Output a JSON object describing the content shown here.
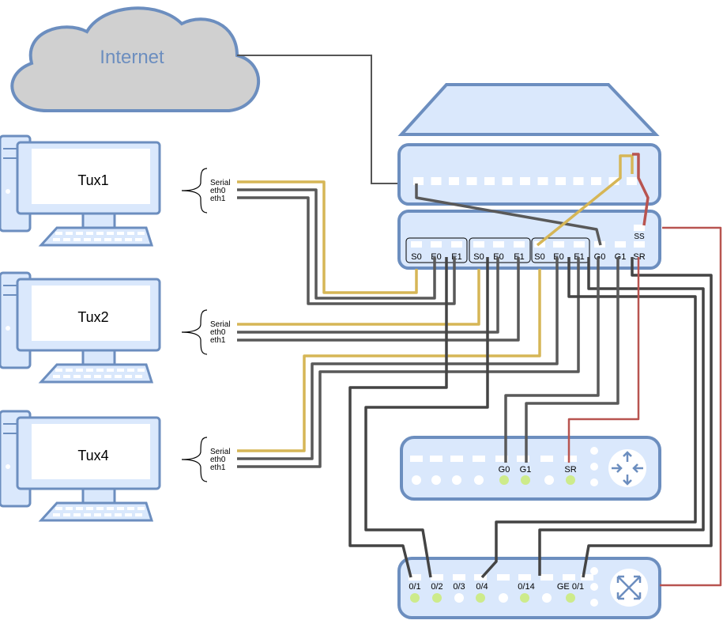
{
  "cloud": {
    "label": "Internet"
  },
  "computers": [
    {
      "name": "Tux1",
      "ports": [
        "Serial",
        "eth0",
        "eth1"
      ]
    },
    {
      "name": "Tux2",
      "ports": [
        "Serial",
        "eth0",
        "eth1"
      ]
    },
    {
      "name": "Tux4",
      "ports": [
        "Serial",
        "eth0",
        "eth1"
      ]
    }
  ],
  "rack": {
    "indicator_label": "SS",
    "port_labels": [
      "S0",
      "E0",
      "E1",
      "S0",
      "E0",
      "E1",
      "S0",
      "E0",
      "E1",
      "G0",
      "G1",
      "SR"
    ]
  },
  "router": {
    "port_labels": [
      "G0",
      "G1",
      "SR"
    ]
  },
  "switch": {
    "port_labels": [
      "0/1",
      "0/2",
      "0/3",
      "0/4",
      "0/14",
      "GE 0/1"
    ]
  },
  "colors": {
    "outline": "#6c8ebf",
    "fill": "#dae8fc",
    "cloud_fill": "#d0d0d0",
    "serial_cable": "#d6b656",
    "ethernet_cable": "#595959",
    "console_cable": "#b85450",
    "port_led": "#cdeb8b"
  }
}
